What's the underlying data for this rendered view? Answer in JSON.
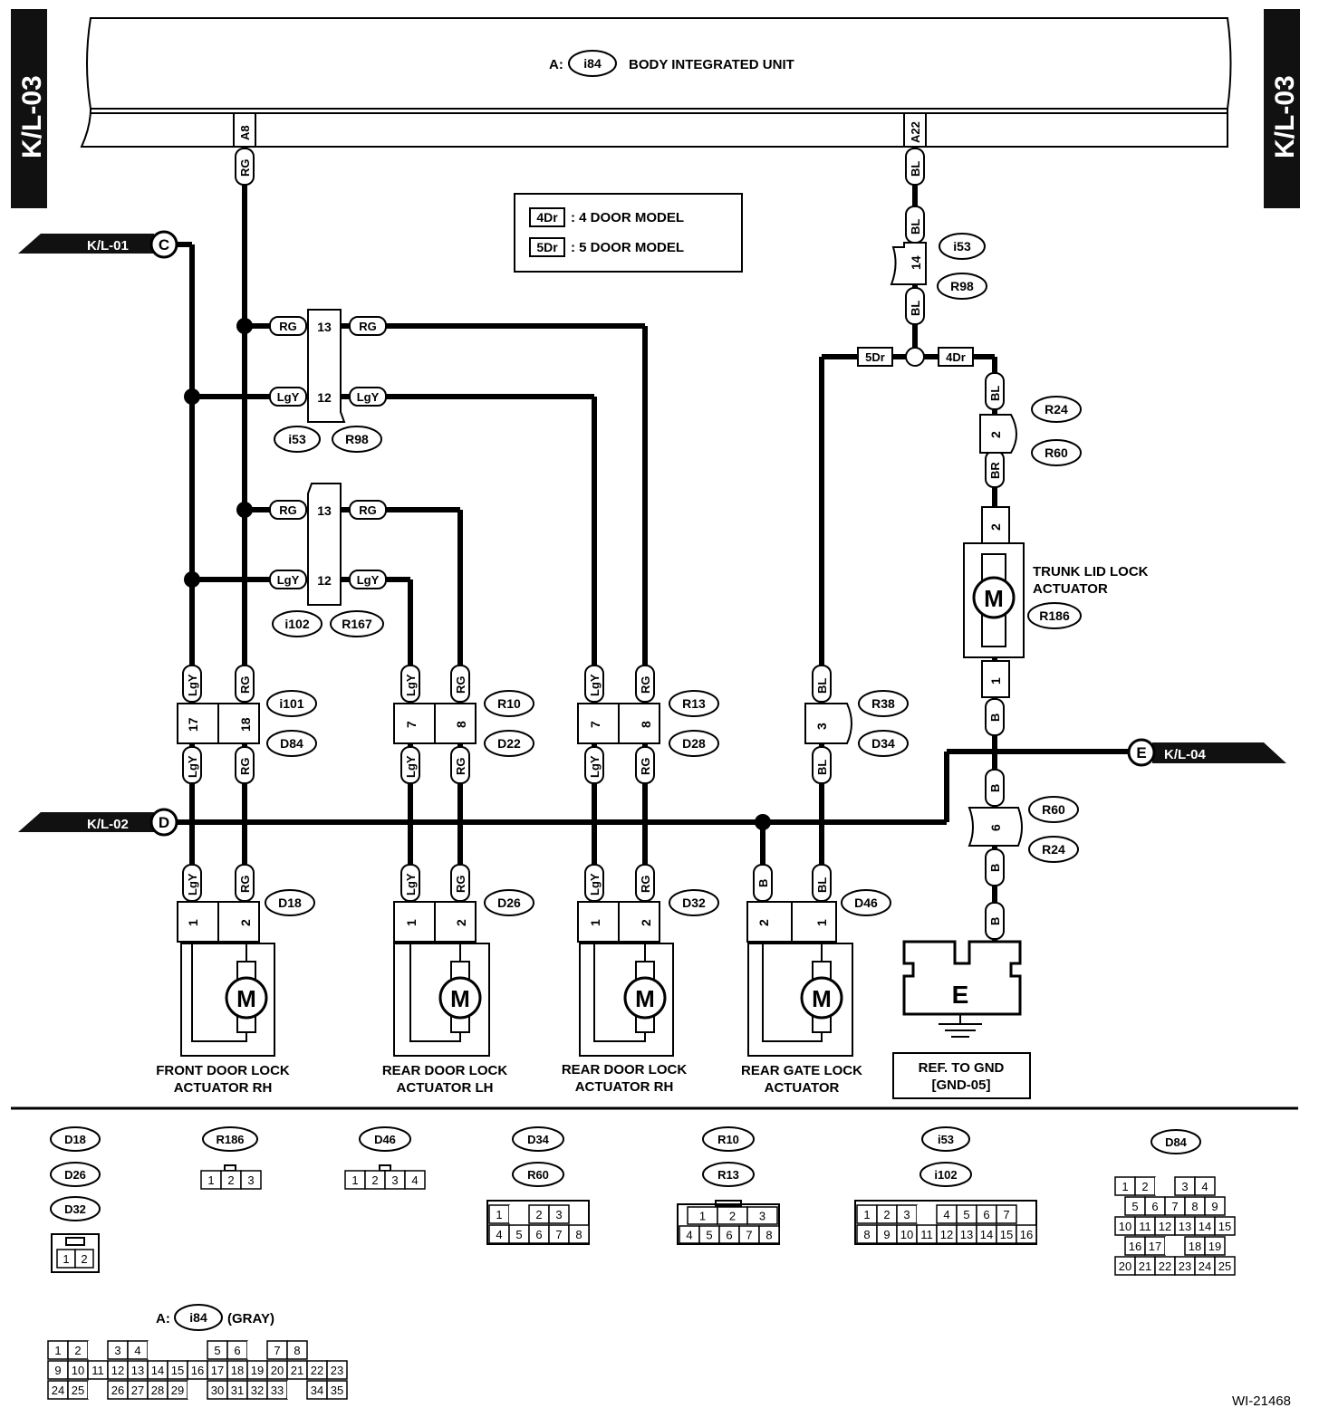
{
  "side_tabs": {
    "left": "K/L-03",
    "right": "K/L-03"
  },
  "unit": {
    "prefix": "A:",
    "connector": "i84",
    "name": "BODY INTEGRATED UNIT",
    "pin_a8": "A8",
    "pin_a22": "A22"
  },
  "legend": {
    "tag_4dr": "4Dr",
    "text_4dr": ": 4 DOOR MODEL",
    "tag_5dr": "5Dr",
    "text_5dr": ": 5 DOOR MODEL"
  },
  "refs": {
    "kl01": "K/L-01",
    "kl02": "K/L-02",
    "kl04": "K/L-04",
    "c": "C",
    "d": "D",
    "e": "E"
  },
  "wires": {
    "rg": "RG",
    "lgy": "LgY",
    "bl": "BL",
    "br": "BR",
    "b": "B"
  },
  "connectors": {
    "i53": "i53",
    "r98": "R98",
    "i102": "i102",
    "r167": "R167",
    "i101": "i101",
    "d84": "D84",
    "r10": "R10",
    "d22": "D22",
    "r13": "R13",
    "d28": "D28",
    "r38": "R38",
    "d34": "D34",
    "r24": "R24",
    "r60": "R60",
    "r186": "R186",
    "d18": "D18",
    "d26": "D26",
    "d32": "D32",
    "d46": "D46"
  },
  "pins": {
    "p1": "1",
    "p2": "2",
    "p3": "3",
    "p6": "6",
    "p7": "7",
    "p8": "8",
    "p12": "12",
    "p13": "13",
    "p14": "14",
    "p17": "17",
    "p18": "18"
  },
  "motor": "M",
  "components": {
    "front_rh": [
      "FRONT DOOR LOCK",
      "ACTUATOR RH"
    ],
    "rear_lh": [
      "REAR DOOR LOCK",
      "ACTUATOR LH"
    ],
    "rear_rh": [
      "REAR DOOR LOCK",
      "ACTUATOR RH"
    ],
    "gate": [
      "REAR GATE LOCK",
      "ACTUATOR"
    ],
    "trunk": [
      "TRUNK LID LOCK",
      "ACTUATOR"
    ]
  },
  "ground": {
    "label": "E",
    "ref": [
      "REF. TO GND",
      "[GND-05]"
    ]
  },
  "bottom": {
    "i84_prefix": "A:",
    "i84_name": "i84",
    "i84_color": "(GRAY)",
    "i84_rows": [
      [
        "1",
        "2",
        "",
        "3",
        "4",
        "",
        "",
        "",
        "5",
        "6",
        "",
        "7",
        "8"
      ],
      [
        "9",
        "10",
        "11",
        "12",
        "13",
        "14",
        "15",
        "16",
        "17",
        "18",
        "19",
        "20",
        "21",
        "22",
        "23"
      ],
      [
        "24",
        "25",
        "",
        "26",
        "27",
        "28",
        "29",
        "",
        "30",
        "31",
        "32",
        "33",
        "",
        "34",
        "35"
      ]
    ],
    "d18_pins": [
      "1",
      "2"
    ],
    "r186_pins": [
      "1",
      "2",
      "3"
    ],
    "d46_pins": [
      "1",
      "2",
      "3",
      "4"
    ],
    "d34_rows": [
      [
        "1",
        "",
        "2",
        "3"
      ],
      [
        "4",
        "5",
        "6",
        "7",
        "8"
      ]
    ],
    "r10_rows": [
      [
        "1",
        "2",
        "3"
      ],
      [
        "4",
        "5",
        "6",
        "7",
        "8"
      ]
    ],
    "i53_rows": [
      [
        "1",
        "2",
        "3",
        "",
        "4",
        "5",
        "6",
        "7"
      ],
      [
        "8",
        "9",
        "10",
        "11",
        "12",
        "13",
        "14",
        "15",
        "16"
      ]
    ],
    "d84_rows": [
      [
        "1",
        "2",
        "",
        "3",
        "4"
      ],
      [
        "5",
        "6",
        "7",
        "8",
        "9"
      ],
      [
        "10",
        "11",
        "12",
        "13",
        "14",
        "15"
      ],
      [
        "16",
        "17",
        "",
        "18",
        "19"
      ],
      [
        "20",
        "21",
        "22",
        "23",
        "24",
        "25"
      ]
    ]
  },
  "figure_id": "WI-21468"
}
